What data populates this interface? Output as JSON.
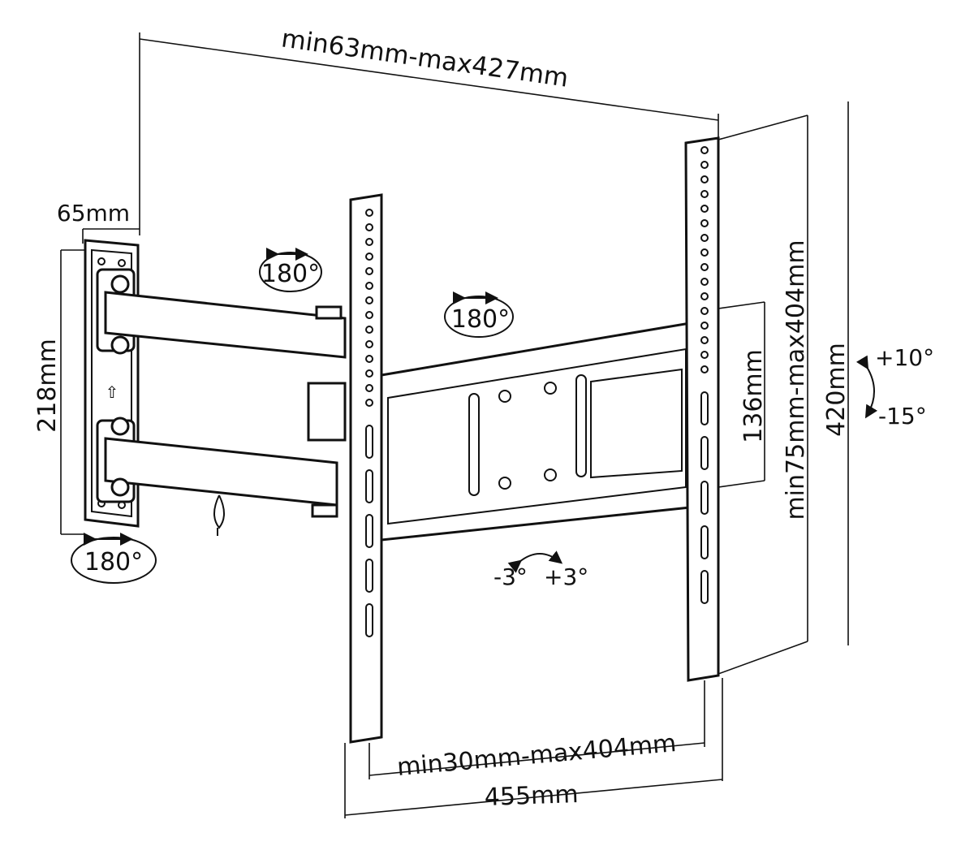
{
  "dimensions": {
    "top_width": "min63mm-max427mm",
    "wall_plate_depth": "65mm",
    "wall_plate_height": "218mm",
    "inner_height": "136mm",
    "vesa_vertical": "min75mm-max404mm",
    "total_height": "420mm",
    "vesa_horizontal": "min30mm-max404mm",
    "total_width": "455mm"
  },
  "rotations": {
    "wall_swivel": "180°",
    "arm_swivel": "180°",
    "head_swivel": "180°",
    "tilt_up": "+10°",
    "tilt_down": "-15°",
    "level_minus": "-3°",
    "level_plus": "+3°"
  }
}
